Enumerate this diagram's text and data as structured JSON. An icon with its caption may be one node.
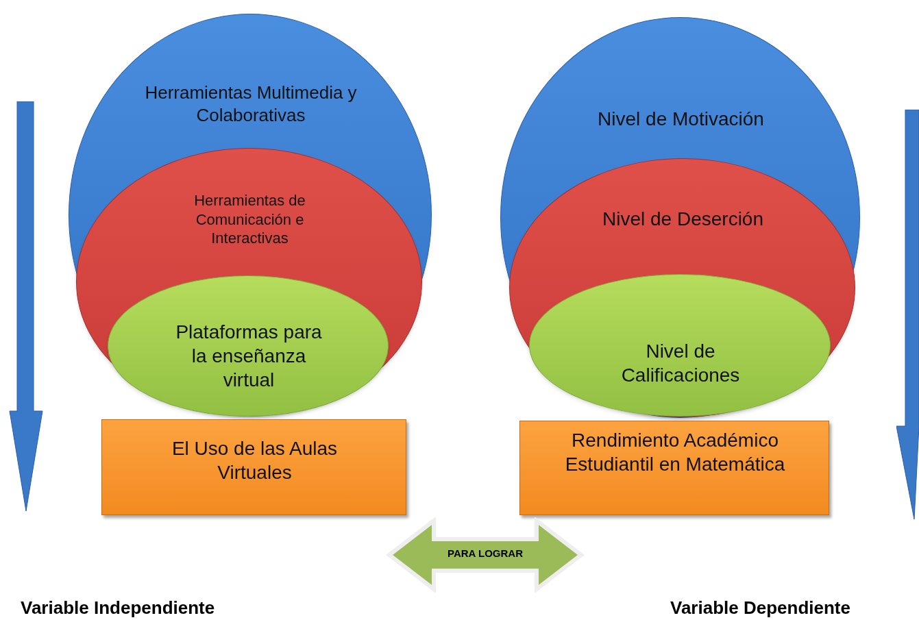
{
  "diagram": {
    "nodes": [
      {
        "text": [
          "Herramientas Multimedia y Colaborativas"
        ]
      },
      {
        "text": [
          "Herramientas de Comunicación e Interactivas"
        ],
        "in": 0
      },
      {
        "text": [
          "Plataformas para la enseñanza virtual"
        ],
        "in": 1
      },
      {
        "text": [
          "El Uso de las Aulas Virtuales"
        ]
      },
      {
        "text": [
          "Nivel de Motivación"
        ]
      },
      {
        "text": [
          "Nivel de Deserción"
        ],
        "in": 4
      },
      {
        "text": [
          "Nivel de Calificaciones"
        ],
        "in": 5
      },
      {
        "text": [
          "Rendimiento Académico Estudiantil en Matemática"
        ]
      },
      {
        "text": [
          "PARA LOGRAR"
        ]
      }
    ],
    "labels": [
      "Variable Independiente",
      "Variable Dependiente"
    ]
  }
}
